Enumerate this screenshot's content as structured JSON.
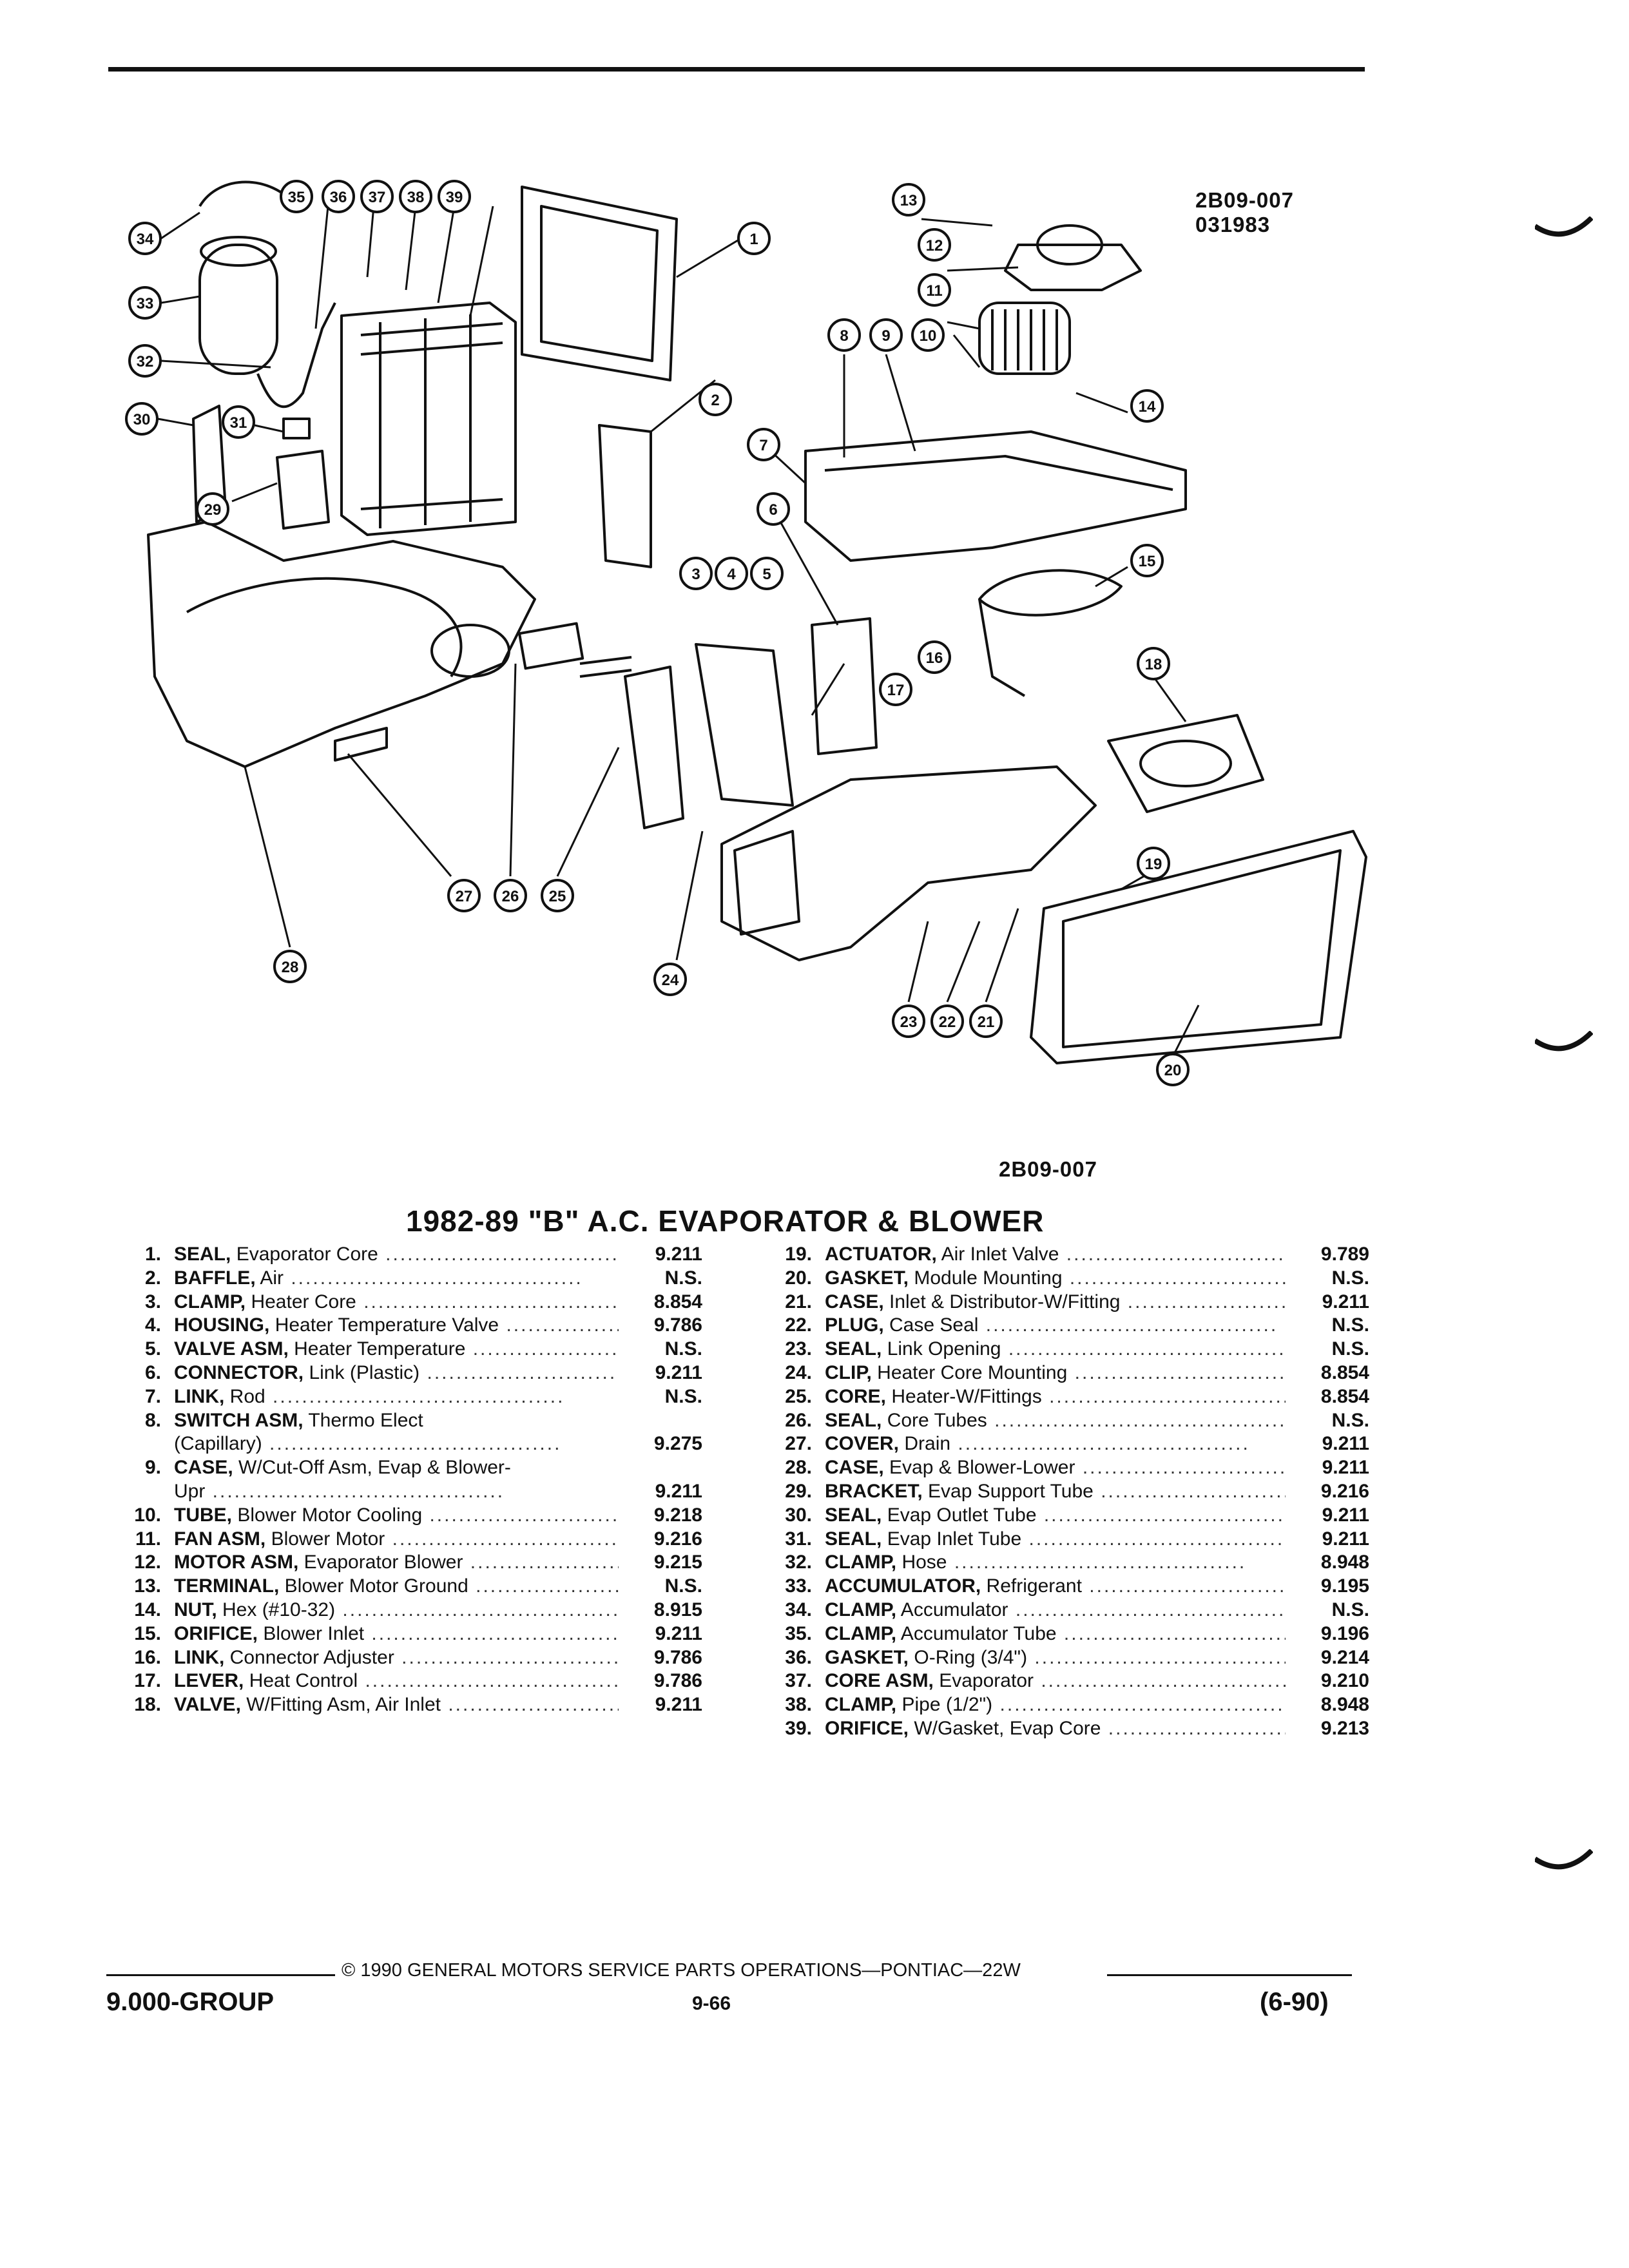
{
  "figure": {
    "code_top": "2B09-007",
    "code_sub": "031983",
    "code_bottom": "2B09-007"
  },
  "title": "1982-89 \"B\" A.C. EVAPORATOR & BLOWER",
  "callouts": [
    "1",
    "2",
    "3",
    "4",
    "5",
    "6",
    "7",
    "8",
    "9",
    "10",
    "11",
    "12",
    "13",
    "14",
    "15",
    "16",
    "17",
    "18",
    "19",
    "20",
    "21",
    "22",
    "23",
    "24",
    "25",
    "26",
    "27",
    "28",
    "29",
    "30",
    "31",
    "32",
    "33",
    "34",
    "35",
    "36",
    "37",
    "38",
    "39"
  ],
  "parts_left": [
    {
      "num": "1.",
      "name": "SEAL,",
      "desc": " Evaporator Core",
      "ref": "9.211"
    },
    {
      "num": "2.",
      "name": "BAFFLE,",
      "desc": " Air",
      "ref": "N.S."
    },
    {
      "num": "3.",
      "name": "CLAMP,",
      "desc": " Heater Core",
      "ref": "8.854"
    },
    {
      "num": "4.",
      "name": "HOUSING,",
      "desc": " Heater Temperature Valve",
      "ref": "9.786"
    },
    {
      "num": "5.",
      "name": "VALVE ASM,",
      "desc": " Heater Temperature",
      "ref": "N.S."
    },
    {
      "num": "6.",
      "name": "CONNECTOR,",
      "desc": " Link (Plastic)",
      "ref": "9.211"
    },
    {
      "num": "7.",
      "name": "LINK,",
      "desc": " Rod",
      "ref": "N.S."
    },
    {
      "num": "8.",
      "name": "SWITCH ASM,",
      "desc": " Thermo Elect",
      "ref": ""
    },
    {
      "num": "",
      "name": "",
      "desc": "(Capillary)",
      "ref": "9.275"
    },
    {
      "num": "9.",
      "name": "CASE,",
      "desc": " W/Cut-Off Asm, Evap & Blower-",
      "ref": ""
    },
    {
      "num": "",
      "name": "",
      "desc": "Upr",
      "ref": "9.211"
    },
    {
      "num": "10.",
      "name": "TUBE,",
      "desc": " Blower Motor Cooling",
      "ref": "9.218"
    },
    {
      "num": "11.",
      "name": "FAN ASM,",
      "desc": " Blower Motor",
      "ref": "9.216"
    },
    {
      "num": "12.",
      "name": "MOTOR ASM,",
      "desc": " Evaporator Blower",
      "ref": "9.215"
    },
    {
      "num": "13.",
      "name": "TERMINAL,",
      "desc": " Blower Motor Ground",
      "ref": "N.S."
    },
    {
      "num": "14.",
      "name": "NUT,",
      "desc": " Hex (#10-32)",
      "ref": "8.915"
    },
    {
      "num": "15.",
      "name": "ORIFICE,",
      "desc": " Blower Inlet",
      "ref": "9.211"
    },
    {
      "num": "16.",
      "name": "LINK,",
      "desc": " Connector Adjuster",
      "ref": "9.786"
    },
    {
      "num": "17.",
      "name": "LEVER,",
      "desc": " Heat Control",
      "ref": "9.786"
    },
    {
      "num": "18.",
      "name": "VALVE,",
      "desc": " W/Fitting Asm, Air Inlet",
      "ref": "9.211"
    }
  ],
  "parts_right": [
    {
      "num": "19.",
      "name": "ACTUATOR,",
      "desc": " Air Inlet Valve",
      "ref": "9.789"
    },
    {
      "num": "20.",
      "name": "GASKET,",
      "desc": " Module Mounting",
      "ref": "N.S."
    },
    {
      "num": "21.",
      "name": "CASE,",
      "desc": " Inlet & Distributor-W/Fitting",
      "ref": "9.211"
    },
    {
      "num": "22.",
      "name": "PLUG,",
      "desc": " Case Seal",
      "ref": "N.S."
    },
    {
      "num": "23.",
      "name": "SEAL,",
      "desc": " Link Opening",
      "ref": "N.S."
    },
    {
      "num": "24.",
      "name": "CLIP,",
      "desc": " Heater Core Mounting",
      "ref": "8.854"
    },
    {
      "num": "25.",
      "name": "CORE,",
      "desc": " Heater-W/Fittings",
      "ref": "8.854"
    },
    {
      "num": "26.",
      "name": "SEAL,",
      "desc": " Core Tubes",
      "ref": "N.S."
    },
    {
      "num": "27.",
      "name": "COVER,",
      "desc": " Drain",
      "ref": "9.211"
    },
    {
      "num": "28.",
      "name": "CASE,",
      "desc": " Evap & Blower-Lower",
      "ref": "9.211"
    },
    {
      "num": "29.",
      "name": "BRACKET,",
      "desc": " Evap Support Tube",
      "ref": "9.216"
    },
    {
      "num": "30.",
      "name": "SEAL,",
      "desc": " Evap Outlet Tube",
      "ref": "9.211"
    },
    {
      "num": "31.",
      "name": "SEAL,",
      "desc": " Evap Inlet Tube",
      "ref": "9.211"
    },
    {
      "num": "32.",
      "name": "CLAMP,",
      "desc": " Hose",
      "ref": "8.948"
    },
    {
      "num": "33.",
      "name": "ACCUMULATOR,",
      "desc": " Refrigerant",
      "ref": "9.195"
    },
    {
      "num": "34.",
      "name": "CLAMP,",
      "desc": " Accumulator",
      "ref": "N.S."
    },
    {
      "num": "35.",
      "name": "CLAMP,",
      "desc": " Accumulator Tube",
      "ref": "9.196"
    },
    {
      "num": "36.",
      "name": "GASKET,",
      "desc": " O-Ring (3/4\")",
      "ref": "9.214"
    },
    {
      "num": "37.",
      "name": "CORE ASM,",
      "desc": " Evaporator",
      "ref": "9.210"
    },
    {
      "num": "38.",
      "name": "CLAMP,",
      "desc": " Pipe (1/2\")",
      "ref": "8.948"
    },
    {
      "num": "39.",
      "name": "ORIFICE,",
      "desc": " W/Gasket, Evap Core",
      "ref": "9.213"
    }
  ],
  "footer": {
    "copyright": "© 1990 GENERAL MOTORS SERVICE PARTS OPERATIONS—PONTIAC—22W",
    "group": "9.000-GROUP",
    "page": "9-66",
    "date_code": "(6-90)"
  }
}
